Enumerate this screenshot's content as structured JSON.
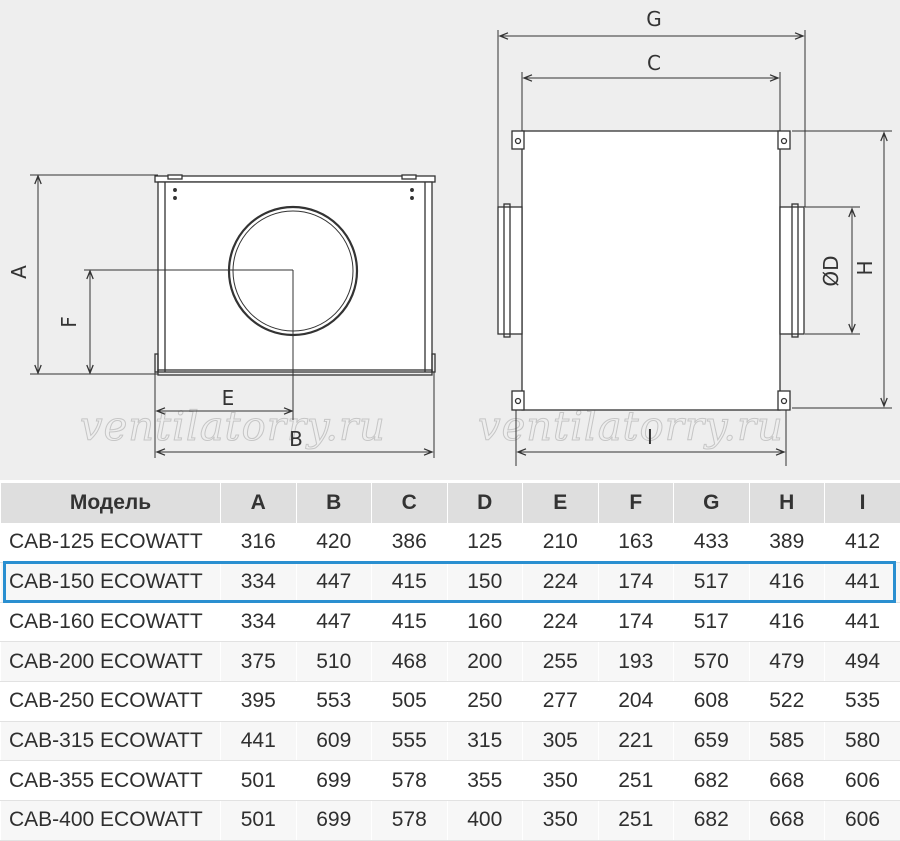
{
  "diagram": {
    "labels": {
      "A": "A",
      "B": "B",
      "C": "C",
      "D": "ØD",
      "E": "E",
      "F": "F",
      "G": "G",
      "H": "H",
      "I": "I"
    },
    "watermark": "ventilatorry.ru",
    "line_color": "#333333",
    "background": "#eeeeee"
  },
  "table": {
    "headers": [
      "Модель",
      "A",
      "B",
      "C",
      "D",
      "E",
      "F",
      "G",
      "H",
      "I"
    ],
    "rows": [
      [
        "CAB-125 ECOWATT",
        "316",
        "420",
        "386",
        "125",
        "210",
        "163",
        "433",
        "389",
        "412"
      ],
      [
        "CAB-150 ECOWATT",
        "334",
        "447",
        "415",
        "150",
        "224",
        "174",
        "517",
        "416",
        "441"
      ],
      [
        "CAB-160 ECOWATT",
        "334",
        "447",
        "415",
        "160",
        "224",
        "174",
        "517",
        "416",
        "441"
      ],
      [
        "CAB-200 ECOWATT",
        "375",
        "510",
        "468",
        "200",
        "255",
        "193",
        "570",
        "479",
        "494"
      ],
      [
        "CAB-250 ECOWATT",
        "395",
        "553",
        "505",
        "250",
        "277",
        "204",
        "608",
        "522",
        "535"
      ],
      [
        "CAB-315 ECOWATT",
        "441",
        "609",
        "555",
        "315",
        "305",
        "221",
        "659",
        "585",
        "580"
      ],
      [
        "CAB-355 ECOWATT",
        "501",
        "699",
        "578",
        "355",
        "350",
        "251",
        "682",
        "668",
        "606"
      ],
      [
        "CAB-400 ECOWATT",
        "501",
        "699",
        "578",
        "400",
        "350",
        "251",
        "682",
        "668",
        "606"
      ]
    ],
    "highlight_row": 1,
    "highlight_color": "#2a8fd0",
    "header_bg": "#dedede"
  }
}
